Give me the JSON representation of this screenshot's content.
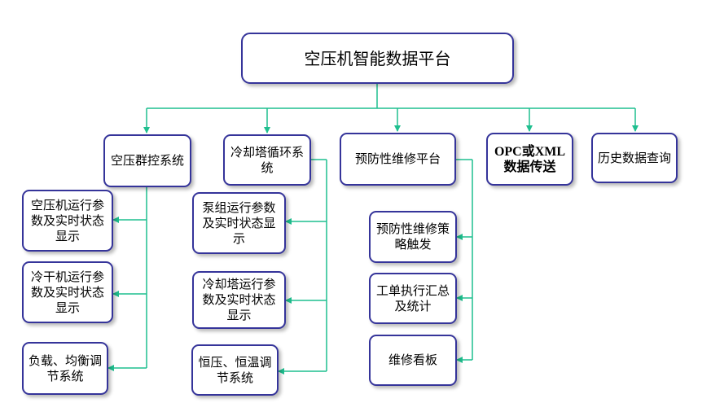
{
  "diagram": {
    "root": "空压机智能数据平台",
    "branches": [
      {
        "label": "空压群控系统",
        "children": [
          "空压机运行参数及实时状态显示",
          "冷干机运行参数及实时状态显示",
          "负载、均衡调节系统"
        ]
      },
      {
        "label": "冷却塔循环系统",
        "children": [
          "泵组运行参数及实时状态显示",
          "冷却塔运行参数及实时状态显示",
          "恒压、恒温调节系统"
        ]
      },
      {
        "label": "预防性维修平台",
        "children": [
          "预防性维修策略触发",
          "工单执行汇总及统计",
          "维修看板"
        ]
      },
      {
        "label": "OPC或XML数据传送",
        "children": []
      },
      {
        "label": "历史数据查询",
        "children": []
      }
    ]
  },
  "colors": {
    "box_border": "#35349a",
    "connector": "#1fbf8f"
  }
}
